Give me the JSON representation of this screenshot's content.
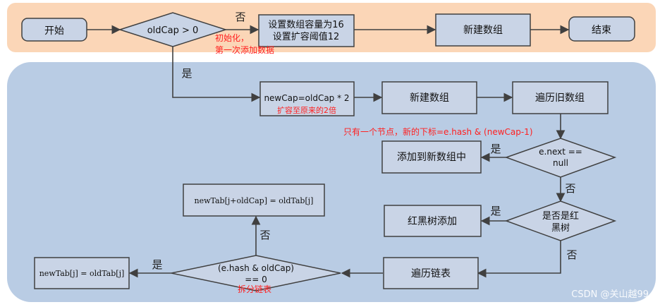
{
  "colors": {
    "top_band": "#fbd6b7",
    "bottom_band": "#b9cce4",
    "node_fill": "#c9d4e6",
    "box_stroke": "#404040",
    "red_text": "#ff2020",
    "arrow": "#404040"
  },
  "nodes": {
    "start": "开始",
    "oldcap_cond": "oldCap > 0",
    "init_line1": "设置数组容量为16",
    "init_line2": "设置扩容阈值12",
    "new_array_top": "新建数组",
    "end": "结束",
    "newcap_calc": "newCap=oldCap * 2",
    "new_array": "新建数组",
    "iterate_old": "遍历旧数组",
    "next_null_line1": "e.next ==",
    "next_null_line2": "null",
    "add_new_array": "添加到新数组中",
    "is_rbtree_line1": "是否是红",
    "is_rbtree_line2": "黑树",
    "rbtree_add": "红黑树添加",
    "iterate_list": "遍历链表",
    "hash_cond_line1": "(e.hash & oldCap)",
    "hash_cond_line2": "== 0",
    "assign_high": "newTab[j+oldCap] = oldTab[j]",
    "assign_low": "newTab[j] = oldTab[j]"
  },
  "labels": {
    "no_1": "否",
    "yes_1": "是",
    "yes_2": "是",
    "no_2": "否",
    "yes_3": "是",
    "no_3": "否",
    "no_4": "否",
    "yes_4": "是"
  },
  "annotations": {
    "init_line1": "初始化，",
    "init_line2": "第一次添加数据",
    "double": "扩容至原来的2倍",
    "single_node": "只有一个节点，新的下标=e.hash & (newCap-1)",
    "split_list": "拆分链表"
  },
  "watermark": "CSDN @关山越99"
}
